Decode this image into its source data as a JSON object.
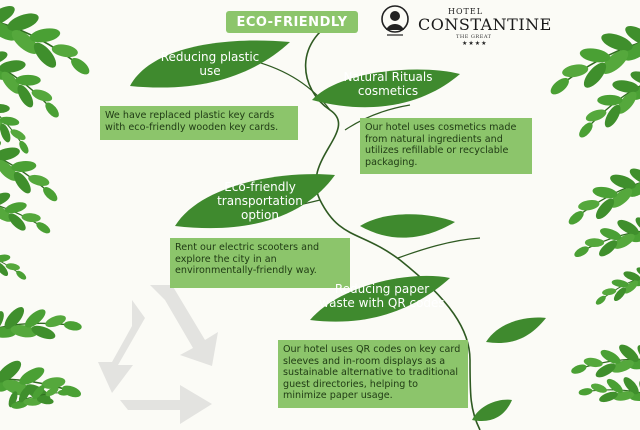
{
  "header": {
    "banner": "ECO-FRIENDLY",
    "logo": {
      "hotel": "HOTEL",
      "name": "CONSTANTINE",
      "subtitle": "THE GREAT",
      "stars": "★★★★"
    }
  },
  "items": [
    {
      "label": "Reducing plastic use",
      "text": "We have replaced plastic key cards with eco-friendly wooden key cards."
    },
    {
      "label": "Natural Rituals cosmetics",
      "text": "Our hotel uses cosmetics made from natural ingredients and utilizes refillable or recyclable packaging."
    },
    {
      "label": "Eco-friendly transportation option",
      "text": "Rent our electric scooters and explore the city in an environmentally-friendly way."
    },
    {
      "label": "Reducing paper waste with QR codes",
      "text": "Our hotel uses QR codes on key card sleeves and in-room displays as a sustainable alternative to traditional guest directories, helping to minimize paper usage."
    }
  ],
  "icons": [
    "recycle-icon",
    "fern-icon",
    "leaf-icon",
    "hotel-crest-icon"
  ],
  "colors": {
    "leaf": "#3f8a2e",
    "box": "#8cc56b",
    "background": "#fbfbf6",
    "stem": "#2f5a22"
  }
}
